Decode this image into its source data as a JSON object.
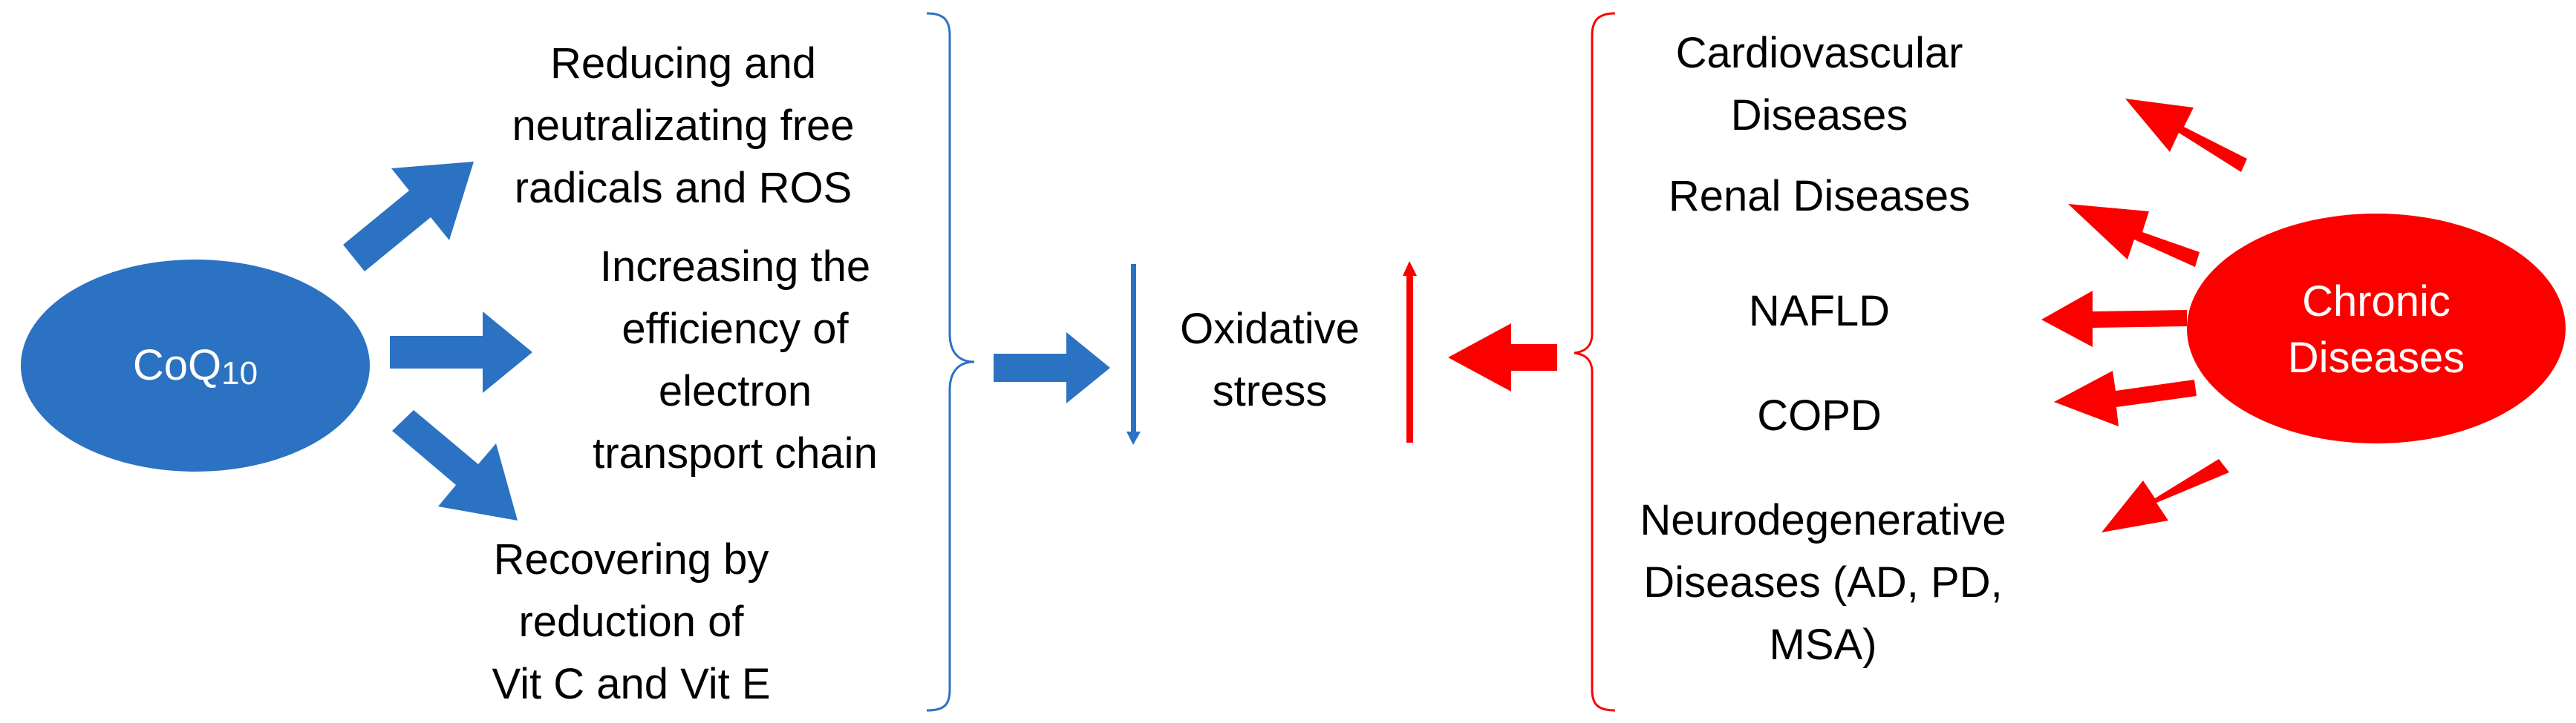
{
  "colors": {
    "blue": "#2b72c2",
    "red": "#fc0000",
    "text": "#000000",
    "white": "#ffffff"
  },
  "coq10": {
    "label_main": "CoQ",
    "label_sub": "10"
  },
  "chronic": {
    "line1": "Chronic",
    "line2": "Diseases"
  },
  "effects": [
    {
      "lines": [
        "Reducing and",
        "neutralizating free",
        "radicals and ROS"
      ]
    },
    {
      "lines": [
        "Increasing the",
        "efficiency of",
        "electron",
        "transport chain"
      ]
    },
    {
      "lines": [
        "Recovering by",
        "reduction of",
        "Vit C and Vit E"
      ]
    }
  ],
  "center": {
    "lines": [
      "Oxidative",
      "stress"
    ]
  },
  "diseases": [
    {
      "lines": [
        "Cardiovascular",
        "Diseases"
      ]
    },
    {
      "lines": [
        "Renal Diseases"
      ]
    },
    {
      "lines": [
        "NAFLD"
      ]
    },
    {
      "lines": [
        "COPD"
      ]
    },
    {
      "lines": [
        "Neurodegenerative",
        "Diseases (AD, PD,",
        "MSA)"
      ]
    }
  ]
}
